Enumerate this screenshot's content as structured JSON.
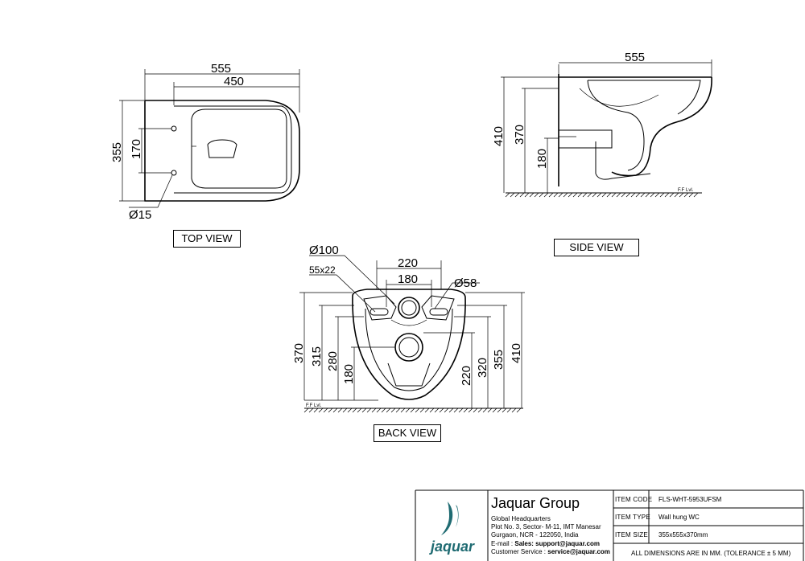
{
  "views": {
    "top": {
      "label": "TOP VIEW",
      "dims": {
        "overall_length": "555",
        "inner_length": "450",
        "width": "355",
        "bolt_spacing": "170",
        "bolt_dia": "Ø15"
      }
    },
    "side": {
      "label": "SIDE VIEW",
      "dims": {
        "length": "555",
        "height": "410",
        "rim_height": "370",
        "outlet_height": "180",
        "floor_label": "F.F Lvl."
      }
    },
    "back": {
      "label": "BACK VIEW",
      "dims": {
        "bolt_outer": "220",
        "bolt_inner": "180",
        "outlet_dia": "Ø100",
        "slot": "55x22",
        "inlet_dia": "Ø58",
        "left_370": "370",
        "left_315": "315",
        "left_280": "280",
        "left_180": "180",
        "right_220": "220",
        "right_320": "320",
        "right_355": "355",
        "right_410": "410",
        "floor_label": "F.F Lvl."
      }
    }
  },
  "title_block": {
    "brand": "jaquar",
    "company": "Jaquar Group",
    "address": [
      "Global Headquarters",
      "Plot No. 3, Sector- M-11, IMT Manesar",
      "Gurgaon, NCR - 122050, India"
    ],
    "email_label": "E-mail :",
    "email_value": "Sales: support@jaquar.com",
    "service_label": "Customer Service :",
    "service_value": "service@jaquar.com",
    "rows": [
      {
        "label": "ITEM CODE",
        "value": "FLS-WHT-5953UFSM"
      },
      {
        "label": "ITEM TYPE",
        "value": "Wall hung WC"
      },
      {
        "label": "ITEM SIZE",
        "value": "355x555x370mm"
      }
    ],
    "note": "ALL DIMENSIONS ARE IN MM. (TOLERANCE ± 5 MM)"
  }
}
